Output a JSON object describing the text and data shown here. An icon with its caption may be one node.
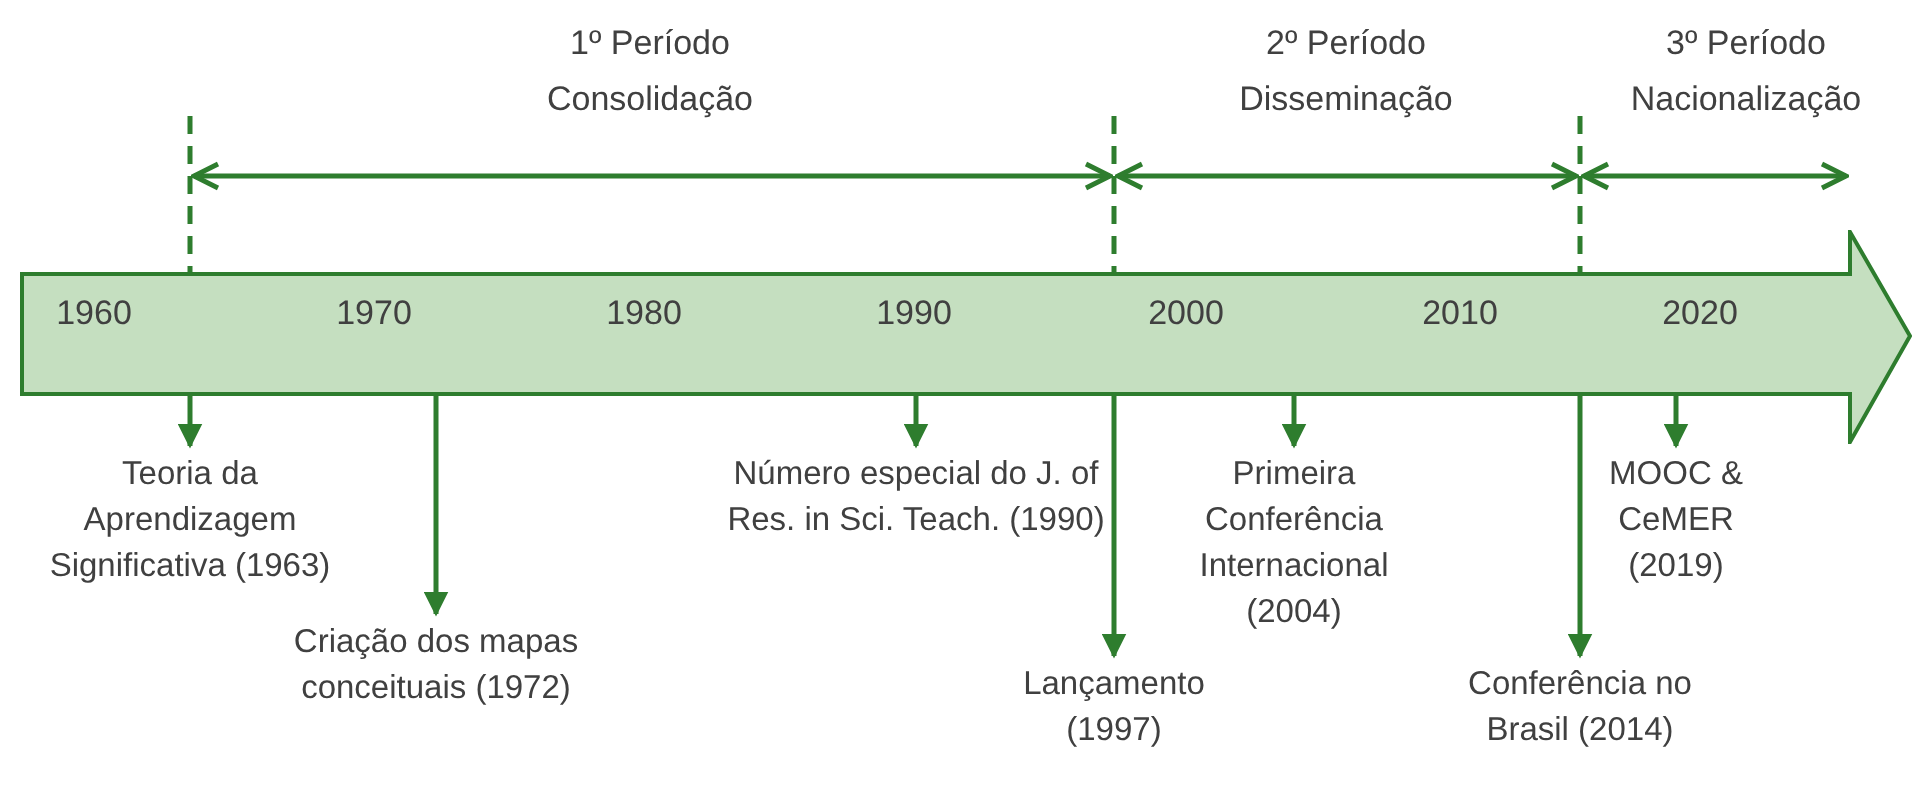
{
  "diagram": {
    "nodes": [
      {
        "text": [
          "1960",
          "1970",
          "1980",
          "1990",
          "2000",
          "2010",
          "2020"
        ]
      },
      {
        "text": [
          "Teoria da Aprendizagem Significativa (1963)"
        ]
      },
      {
        "text": [
          "Criação dos mapas conceituais (1972)"
        ]
      },
      {
        "text": [
          "Número especial do J. of Res. in Sci. Teach. (1990)"
        ]
      },
      {
        "text": [
          "Lançamento (1997)"
        ]
      },
      {
        "text": [
          "Primeira Conferência Internacional (2004)"
        ]
      },
      {
        "text": [
          "Conferência no Brasil (2014)"
        ]
      },
      {
        "text": [
          "MOOC & CeMER (2019)"
        ]
      }
    ],
    "edges": [
      {
        "from": 0,
        "to": 1,
        "arrow": "to"
      },
      {
        "from": 0,
        "to": 2,
        "arrow": "to"
      },
      {
        "from": 0,
        "to": 3,
        "arrow": "to"
      },
      {
        "from": 0,
        "to": 4,
        "arrow": "to"
      },
      {
        "from": 0,
        "to": 5,
        "arrow": "to"
      },
      {
        "from": 0,
        "to": 6,
        "arrow": "to"
      },
      {
        "from": 0,
        "to": 7,
        "arrow": "to"
      }
    ],
    "labels": [
      "1º Período Consolidação",
      "2º Período Disseminação",
      "3º Período Nacionalização"
    ]
  }
}
